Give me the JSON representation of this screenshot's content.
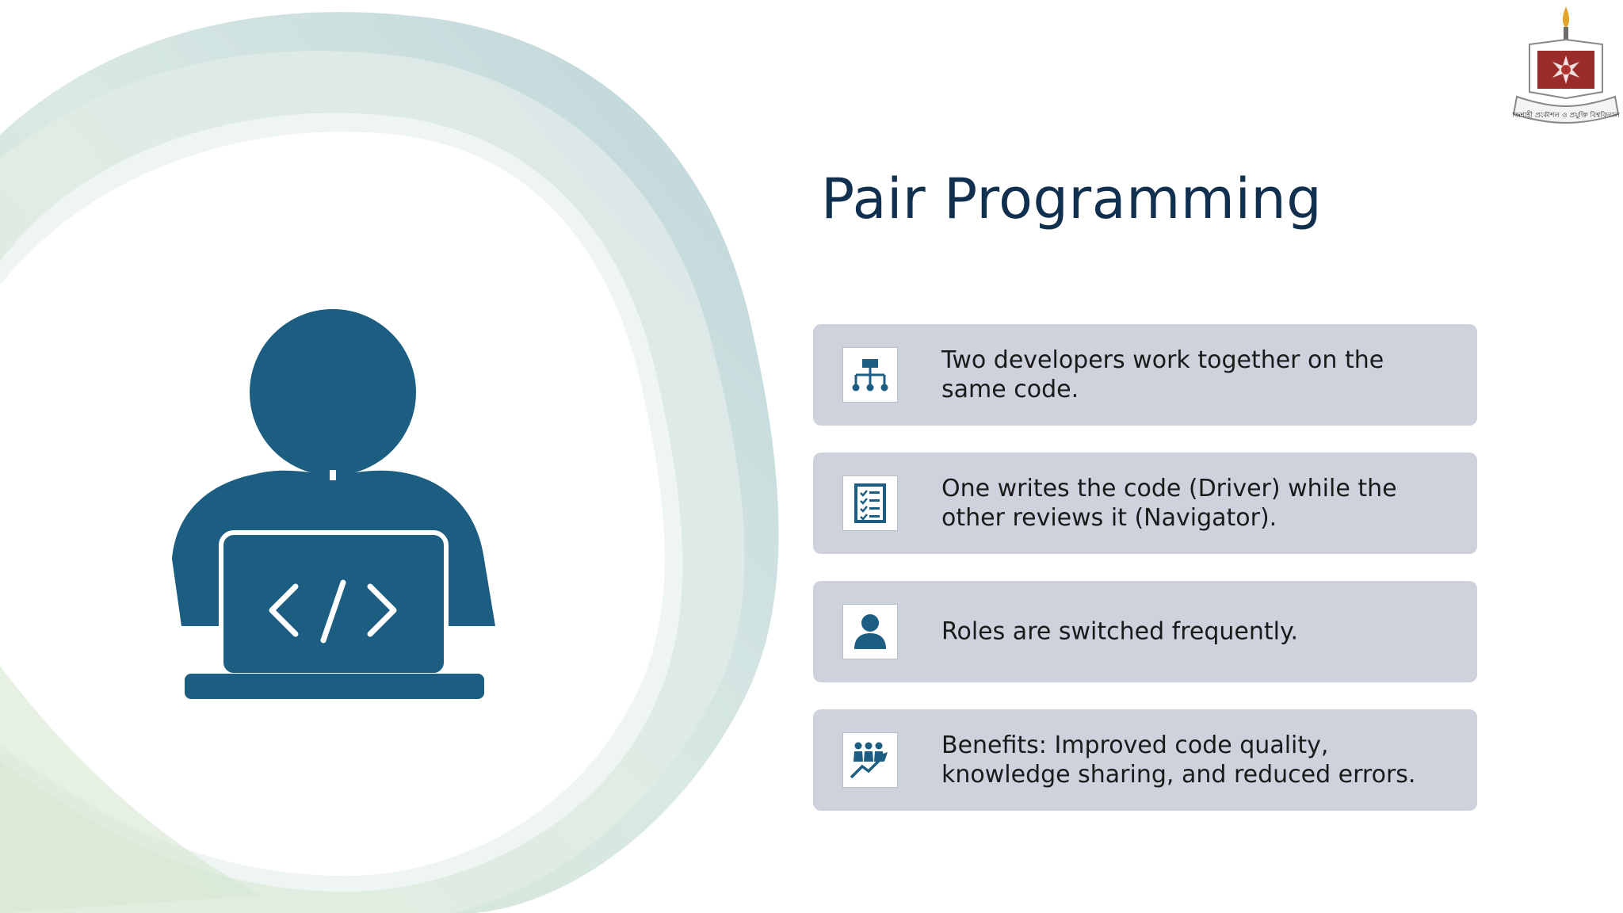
{
  "slide": {
    "title": "Pair Programming",
    "items": [
      {
        "icon": "hierarchy-icon",
        "text": "Two developers work together on the same code."
      },
      {
        "icon": "checklist-icon",
        "text": "One writes the code (Driver) while the other reviews it (Navigator)."
      },
      {
        "icon": "person-icon",
        "text": "Roles are switched frequently."
      },
      {
        "icon": "team-growth-icon",
        "text": "Benefits: Improved code quality, knowledge sharing, and reduced errors."
      }
    ]
  },
  "colors": {
    "icon_blue": "#1b5e82",
    "title_navy": "#112f4e",
    "card_bg": "#cdd2dc"
  },
  "logo": {
    "icon": "university-emblem",
    "text": "রাজশাহী প্রকৌশল ও প্রযুক্তি বিশ্ববিদ্যালয়"
  }
}
